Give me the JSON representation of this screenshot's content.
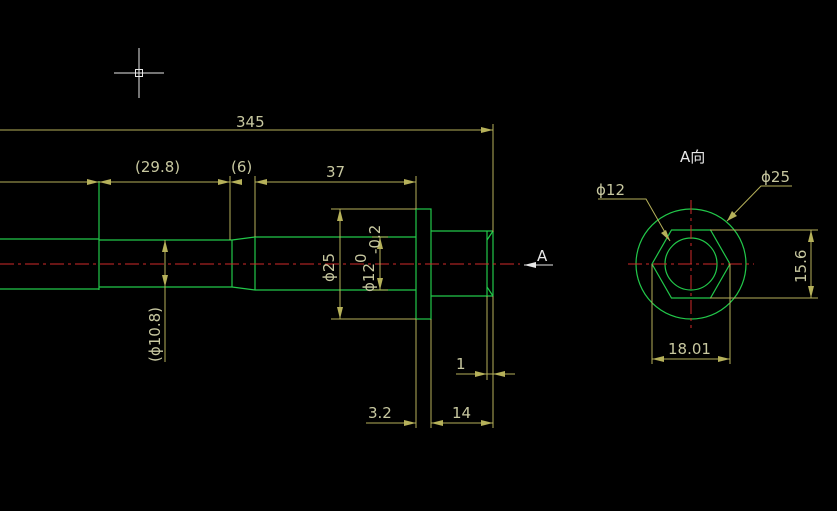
{
  "drawing": {
    "dimensions": {
      "overall_length": "345",
      "length_29_8": "(29.8)",
      "length_6": "(6)",
      "length_37": "37",
      "dia_10_8": "(ϕ10.8)",
      "dia_25": "ϕ25",
      "dia_12": "ϕ12",
      "tol_upper": "0",
      "tol_lower": "-0.2",
      "len_1": "1",
      "len_3_2": "3.2",
      "len_14": "14"
    },
    "view_label": "A",
    "view_a": {
      "title": "A向",
      "dia_12": "ϕ12",
      "dia_25": "ϕ25",
      "across_flats": "15.6",
      "across_corners": "18.01"
    }
  },
  "colors": {
    "geometry": "#22c84a",
    "dimension": "#b6b15a",
    "centerline": "#d02a2a",
    "background": "#000000"
  }
}
